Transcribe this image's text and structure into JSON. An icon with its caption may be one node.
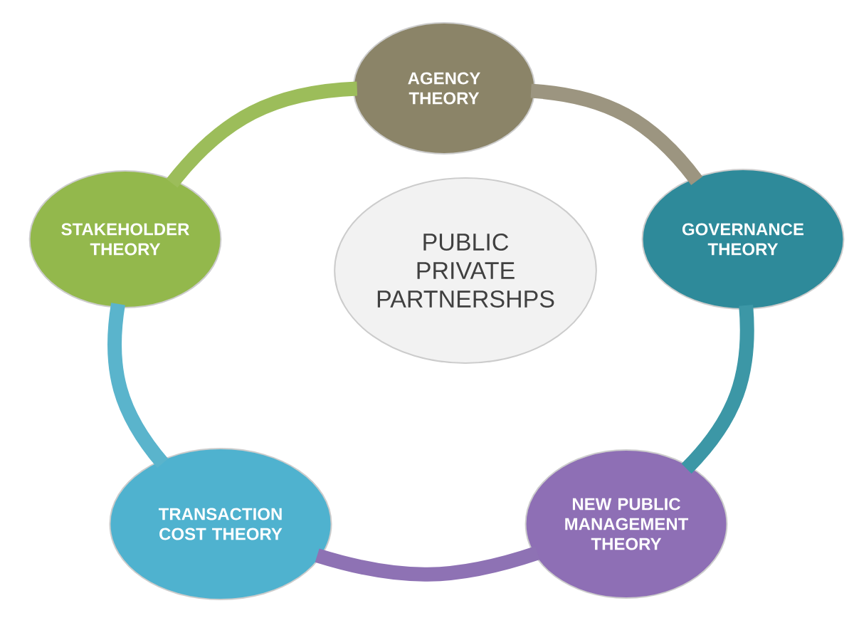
{
  "diagram": {
    "nodes": [
      {
        "text": [
          "AGENCY THEORY"
        ]
      },
      {
        "text": [
          "STAKEHOLDER THEORY"
        ]
      },
      {
        "text": [
          "PUBLIC PRIVATE PARTNERSHPS"
        ]
      },
      {
        "text": [
          "GOVERNANCE THEORY"
        ]
      },
      {
        "text": [
          "TRANSACTION COST THEORY"
        ]
      },
      {
        "text": [
          "NEW PUBLIC MANAGEMENT THEORY"
        ]
      }
    ],
    "edges": [
      {
        "from": 0,
        "to": 3,
        "arrow": "none",
        "color": "#9c9580"
      },
      {
        "from": 3,
        "to": 5,
        "arrow": "none",
        "color": "#3c97a6"
      },
      {
        "from": 5,
        "to": 4,
        "arrow": "none",
        "color": "#8e72b4"
      },
      {
        "from": 4,
        "to": 1,
        "arrow": "none",
        "color": "#5ab4cc"
      },
      {
        "from": 1,
        "to": 0,
        "arrow": "none",
        "color": "#9cbd5a"
      }
    ]
  }
}
